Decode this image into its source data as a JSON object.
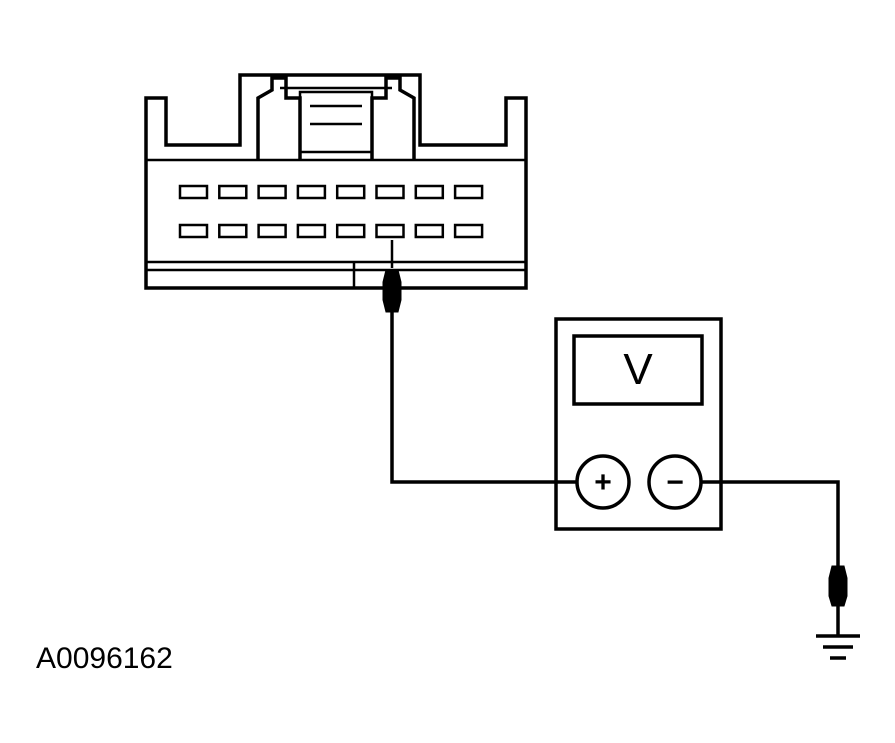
{
  "figure_id": "A0096162",
  "meter": {
    "display": "V",
    "positive_terminal": "+",
    "negative_terminal": "−"
  },
  "connector": {
    "rows": 2,
    "pins_per_row": 8,
    "probed_pin": {
      "row": 2,
      "position": 6
    }
  },
  "colors": {
    "line": "#000000",
    "background": "#ffffff"
  }
}
